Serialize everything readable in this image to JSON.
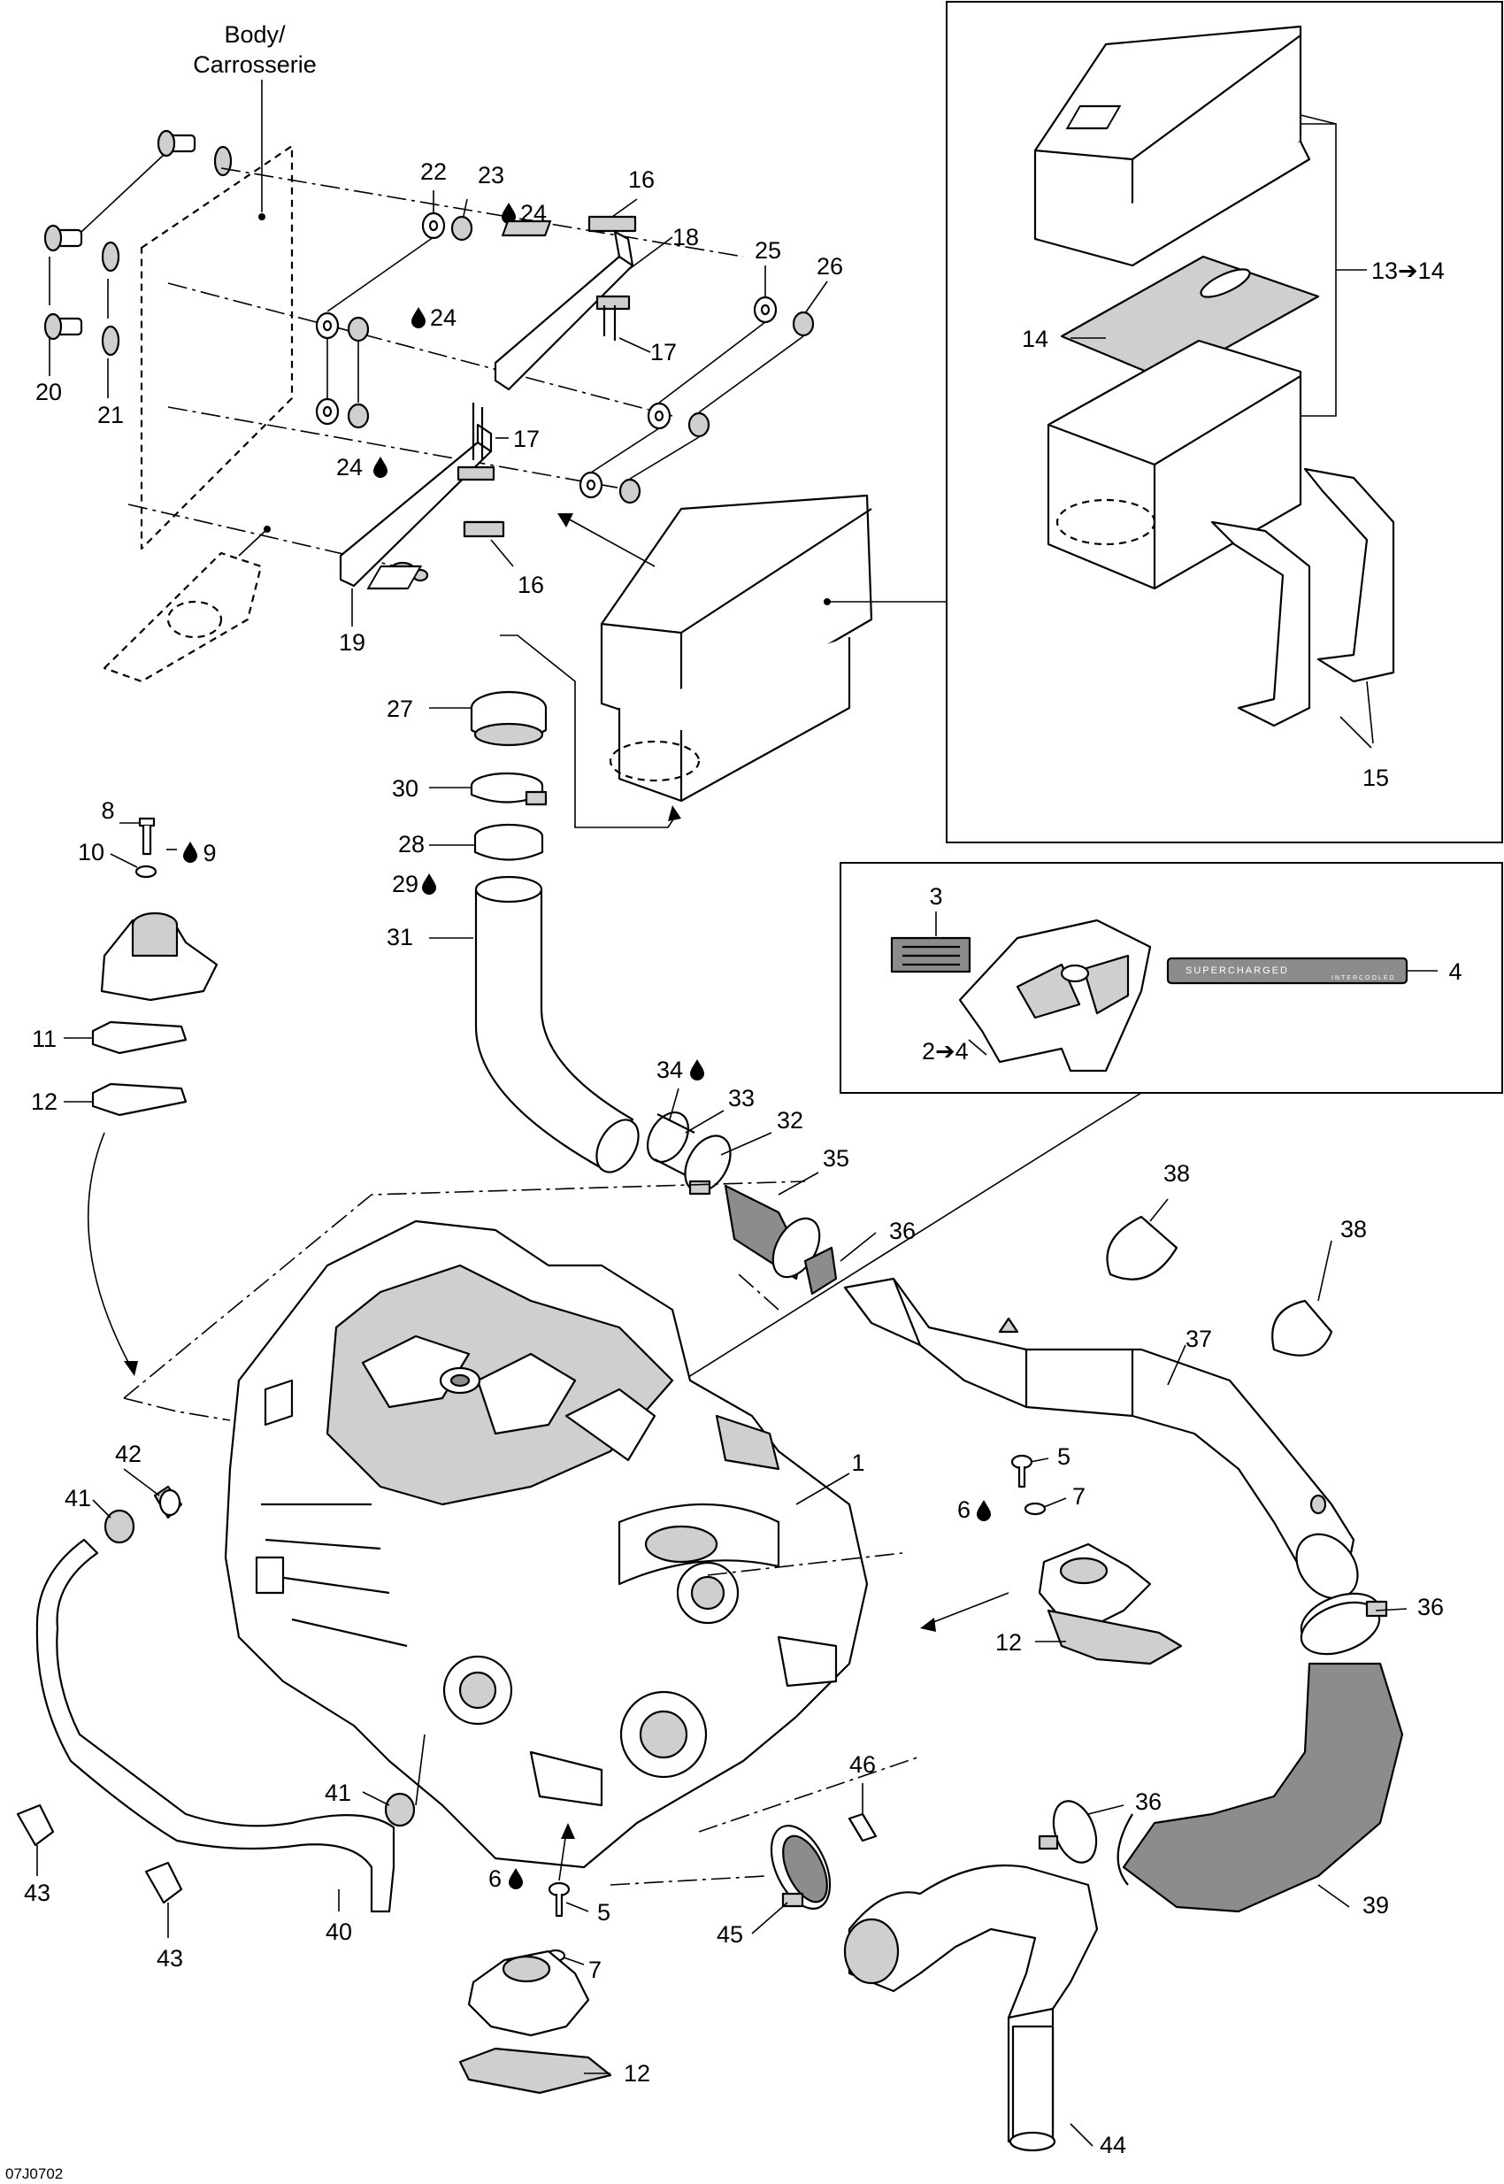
{
  "figure_code": "07J0702",
  "body_label": "Body/\nCarrosserie",
  "callouts": {
    "c1": "1",
    "c2_4": "2",
    "c3": "3",
    "c4": "4",
    "c5a": "5",
    "c5b": "5",
    "c6a": "6",
    "c6b": "6",
    "c7a": "7",
    "c7b": "7",
    "c8": "8",
    "c9": "9",
    "c10": "10",
    "c11": "11",
    "c12a": "12",
    "c12b": "12",
    "c12c": "12",
    "c13_14": "13",
    "c14": "14",
    "c15": "15",
    "c16a": "16",
    "c16b": "16",
    "c17a": "17",
    "c17b": "17",
    "c18": "18",
    "c19": "19",
    "c20": "20",
    "c21": "21",
    "c22": "22",
    "c23": "23",
    "c24a": "24",
    "c24b": "24",
    "c24c": "24",
    "c25": "25",
    "c26": "26",
    "c27": "27",
    "c28": "28",
    "c29": "29",
    "c30": "30",
    "c31": "31",
    "c32": "32",
    "c33": "33",
    "c34": "34",
    "c35": "35",
    "c36a": "36",
    "c36b": "36",
    "c36c": "36",
    "c37": "37",
    "c38a": "38",
    "c38b": "38",
    "c39": "39",
    "c40": "40",
    "c41a": "41",
    "c41b": "41",
    "c42": "42",
    "c43a": "43",
    "c43b": "43",
    "c44": "44",
    "c45": "45",
    "c46": "46"
  },
  "kit_ranges": {
    "r13_14_to": "14",
    "r2_4_to": "4"
  },
  "symbols": {
    "arrow_glyph": "➔",
    "fluid_drop_icon": "drop-icon"
  },
  "decal_text": {
    "supercharged": "SUPERCHARGED",
    "intercooled": "INTERCOOLED"
  }
}
